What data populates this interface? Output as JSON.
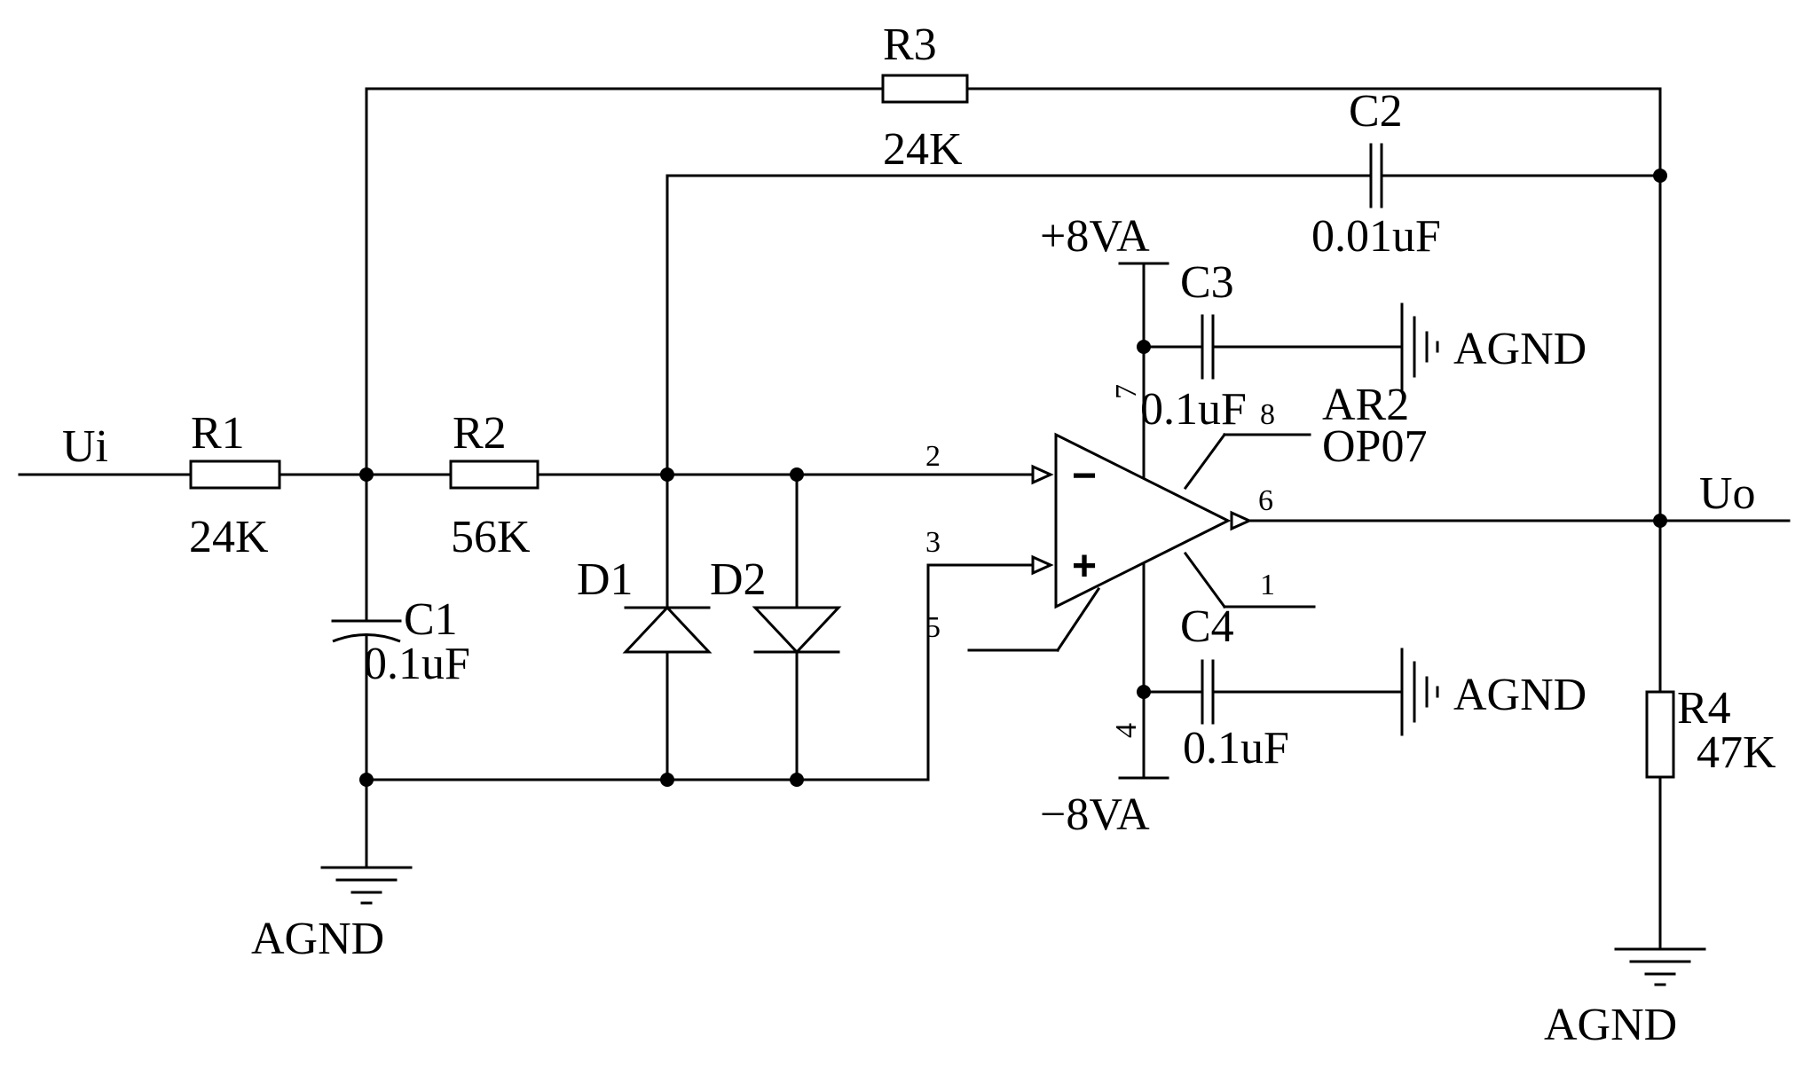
{
  "input_label": "Ui",
  "output_label": "Uo",
  "resistors": {
    "r1": {
      "ref": "R1",
      "value": "24K"
    },
    "r2": {
      "ref": "R2",
      "value": "56K"
    },
    "r3": {
      "ref": "R3",
      "value": "24K"
    },
    "r4": {
      "ref": "R4",
      "value": "47K"
    }
  },
  "capacitors": {
    "c1": {
      "ref": "C1",
      "value": "0.1uF"
    },
    "c2": {
      "ref": "C2",
      "value": "0.01uF"
    },
    "c3": {
      "ref": "C3",
      "value": "0.1uF"
    },
    "c4": {
      "ref": "C4",
      "value": "0.1uF"
    }
  },
  "diodes": {
    "d1": "D1",
    "d2": "D2"
  },
  "opamp": {
    "ref": "AR2",
    "part": "OP07",
    "pins": {
      "p1": "1",
      "p2": "2",
      "p3": "3",
      "p4": "4",
      "p5": "5",
      "p6": "6",
      "p7": "7",
      "p8": "8"
    },
    "minus_sign": "−",
    "plus_sign": "+"
  },
  "power": {
    "positive": "+8VA",
    "negative": "−8VA"
  },
  "ground_label": "AGND"
}
